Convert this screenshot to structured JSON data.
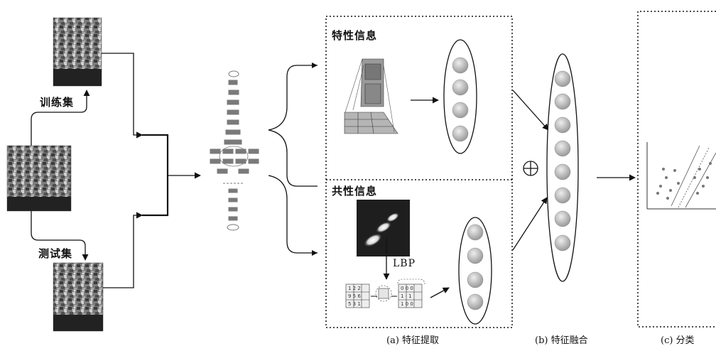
{
  "labels": {
    "train_set": "训练集",
    "test_set": "测试集",
    "specific_info": "特性信息",
    "common_info": "共性信息",
    "lbp": "LBP",
    "caption_a": "(a) 特征提取",
    "caption_b": "(b) 特征融合",
    "caption_c": "(c) 分类"
  },
  "colors": {
    "line": "#111111",
    "node_fill": "#c8c8c8",
    "image_dark": "#2a2a2a",
    "image_mid": "#8a8a8a"
  },
  "icons": {
    "fusion": "circled-plus-icon",
    "network": "cnn-network-icon"
  }
}
